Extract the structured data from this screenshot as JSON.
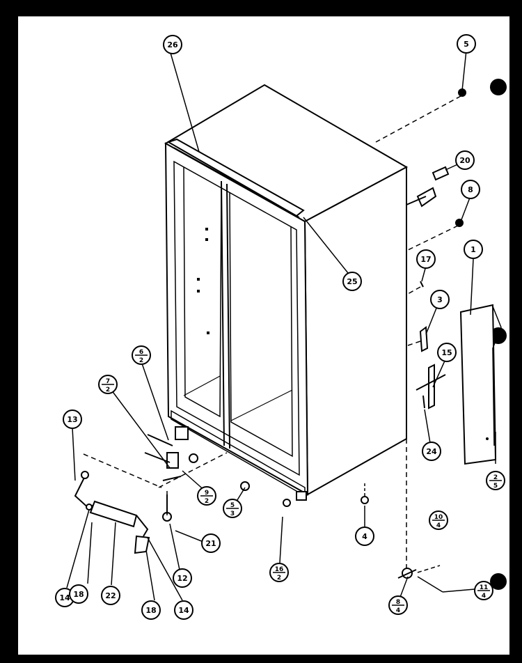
{
  "diagram": {
    "type": "exploded-parts-view",
    "subject": "side-by-side refrigerator cabinet",
    "colors": {
      "background": "#ffffff",
      "frame": "#000000",
      "ink": "#000000"
    },
    "callouts": [
      {
        "id": "c26",
        "label": "26"
      },
      {
        "id": "c5",
        "label": "5"
      },
      {
        "id": "c20",
        "label": "20"
      },
      {
        "id": "c8",
        "label": "8"
      },
      {
        "id": "c25",
        "label": "25"
      },
      {
        "id": "c17",
        "label": "17"
      },
      {
        "id": "c1",
        "label": "1"
      },
      {
        "id": "c3",
        "label": "3"
      },
      {
        "id": "c15",
        "label": "15"
      },
      {
        "id": "c24",
        "label": "24"
      },
      {
        "id": "c13",
        "label": "13"
      },
      {
        "id": "c6_2",
        "top": "6",
        "bottom": "2"
      },
      {
        "id": "c7_2",
        "top": "7",
        "bottom": "2"
      },
      {
        "id": "c9_2",
        "top": "9",
        "bottom": "2"
      },
      {
        "id": "c5_3",
        "top": "5",
        "bottom": "3"
      },
      {
        "id": "c16_2",
        "top": "16",
        "bottom": "2"
      },
      {
        "id": "c2_5",
        "top": "2",
        "bottom": "5"
      },
      {
        "id": "c10_4",
        "top": "10",
        "bottom": "4"
      },
      {
        "id": "c8_4",
        "top": "8",
        "bottom": "4"
      },
      {
        "id": "c11_4",
        "top": "11",
        "bottom": "4"
      },
      {
        "id": "c4",
        "label": "4"
      },
      {
        "id": "c21",
        "label": "21"
      },
      {
        "id": "c12",
        "label": "12"
      },
      {
        "id": "c14a",
        "label": "14"
      },
      {
        "id": "c18a",
        "label": "18"
      },
      {
        "id": "c22",
        "label": "22"
      },
      {
        "id": "c18b",
        "label": "18"
      },
      {
        "id": "c14b",
        "label": "14"
      }
    ]
  }
}
